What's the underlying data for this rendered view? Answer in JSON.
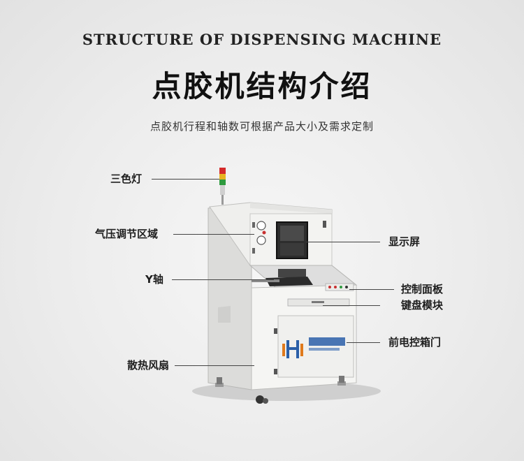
{
  "header": {
    "en_title": "STRUCTURE OF DISPENSING MACHINE",
    "cn_title": "点胶机结构介绍",
    "subtitle": "点胶机行程和轴数可根据产品大小及需求定制"
  },
  "callouts": {
    "tower_light": "三色灯",
    "air_pressure": "气压调节区域",
    "y_axis": "Y轴",
    "fan": "散热风扇",
    "display": "显示屏",
    "control_panel": "控制面板",
    "keyboard": "键盘模块",
    "cabinet_door": "前电控箱门"
  },
  "colors": {
    "machine_body": "#f2f2f0",
    "logo_blue": "#2b5fa8",
    "logo_orange": "#e07a1c",
    "tower_red": "#d42a2a",
    "tower_yellow": "#e8b320",
    "tower_green": "#2e9a3e"
  }
}
